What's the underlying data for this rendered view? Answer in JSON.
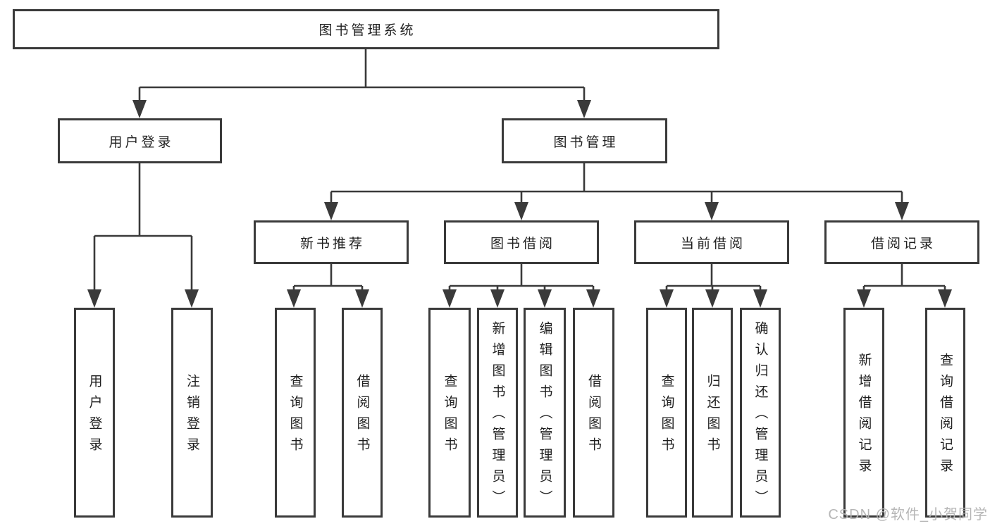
{
  "diagram": {
    "root": {
      "label": "图书管理系统"
    },
    "branches": [
      {
        "label": "用户登录",
        "children": [
          {
            "label": "用户登录"
          },
          {
            "label": "注销登录"
          }
        ]
      },
      {
        "label": "图书管理",
        "children": [
          {
            "label": "新书推荐",
            "children": [
              {
                "label": "查询图书"
              },
              {
                "label": "借阅图书"
              }
            ]
          },
          {
            "label": "图书借阅",
            "children": [
              {
                "label": "查询图书"
              },
              {
                "label": "新增图书（管理员）"
              },
              {
                "label": "编辑图书（管理员）"
              },
              {
                "label": "借阅图书"
              }
            ]
          },
          {
            "label": "当前借阅",
            "children": [
              {
                "label": "查询图书"
              },
              {
                "label": "归还图书"
              },
              {
                "label": "确认归还（管理员）"
              }
            ]
          },
          {
            "label": "借阅记录",
            "children": [
              {
                "label": "新增借阅记录"
              },
              {
                "label": "查询借阅记录"
              }
            ]
          }
        ]
      }
    ]
  },
  "watermark": {
    "text": "CSDN @软件_小贺同学"
  },
  "colors": {
    "box_border": "#3a3a3a",
    "connector_line": "#3a3a3a",
    "text": "#1f1f1f",
    "watermark": "#b2b2b2",
    "background": "#ffffff"
  }
}
